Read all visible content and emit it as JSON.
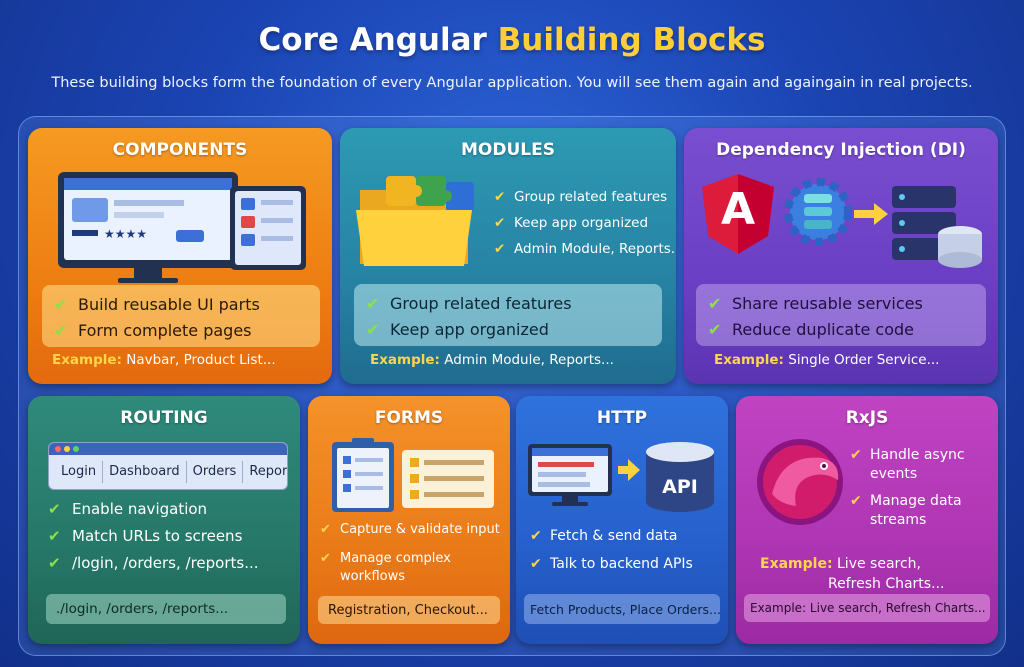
{
  "header": {
    "title_part1": "Core Angular",
    "title_part2": "Building Blocks",
    "subtitle": "These building blocks form the foundation of every Angular application. You will see them again and againgain in real projects."
  },
  "components": {
    "title": "COMPONENTS",
    "bullets": [
      "Build reusable UI parts",
      "Form complete pages"
    ],
    "example_label": "Example:",
    "example_text": "Navbar, Product List..."
  },
  "modules": {
    "title": "MODULES",
    "side_bullets": [
      "Group related features",
      "Keep app organized",
      "Admin Module, Reports.."
    ],
    "bullets": [
      "Group related features",
      "Keep app organized"
    ],
    "example_label": "Example:",
    "example_text": "Admin Module, Reports..."
  },
  "di": {
    "title": "Dependency Injection (DI)",
    "logo_letter": "A",
    "bullets": [
      "Share reusable services",
      "Reduce duplicate code"
    ],
    "example_label": "Example:",
    "example_text": "Single Order Service..."
  },
  "routing": {
    "title": "ROUTING",
    "nav_tabs": [
      "Login",
      "Dashboard",
      "Orders",
      "Reports"
    ],
    "bullets": [
      "Enable navigation",
      "Match URLs to screens",
      "/login, /orders, /reports..."
    ],
    "bar_text": "./login, /orders, /reports..."
  },
  "forms": {
    "title": "FORMS",
    "bullets": [
      "Capture & validate input",
      "Manage complex workflows"
    ],
    "bar_text": "Registration, Checkout..."
  },
  "http": {
    "title": "HTTP",
    "api_label": "API",
    "bullets": [
      "Fetch & send data",
      "Talk to backend APIs"
    ],
    "bar_text": "Fetch Products, Place Orders..."
  },
  "rxjs": {
    "title": "RxJS",
    "bullets": [
      "Handle async events",
      "Manage data streams"
    ],
    "example_label": "Example:",
    "example_line1": "Live search,",
    "example_line2": "Refresh Charts...",
    "bar_text": "Example: Live search, Refresh Charts..."
  },
  "colors": {
    "accent_yellow": "#ffce3a",
    "check_green": "#8ee04a",
    "angular_red": "#dd1b3a"
  }
}
